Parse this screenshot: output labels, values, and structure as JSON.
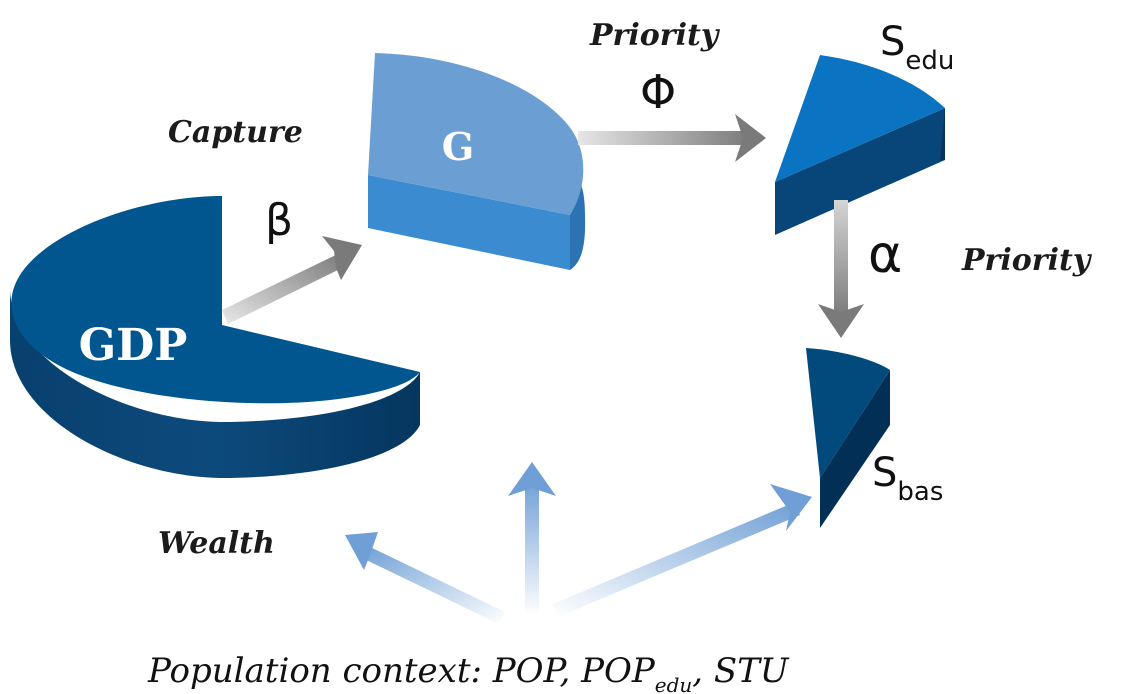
{
  "nodes": {
    "gdp": "GDP",
    "g": "G",
    "s_edu": {
      "main": "S",
      "sub": "edu"
    },
    "s_bas": {
      "main": "S",
      "sub": "bas"
    }
  },
  "flows": {
    "beta": "β",
    "phi": "Φ",
    "alpha": "α"
  },
  "annotations": {
    "capture": "Capture",
    "priority_top": "Priority",
    "priority_right": "Priority",
    "wealth": "Wealth"
  },
  "footer": {
    "part1": "Population context: POP, POP",
    "sub": "edu",
    "part2": ", STU"
  },
  "colors": {
    "gdp_top": "#01568f",
    "gdp_side": "#0a3f6c",
    "g_top": "#6b9fd4",
    "g_side": "#3a8bcf",
    "sedu_top": "#0b74c2",
    "sedu_side": "#0a4a7a",
    "sbas_top": "#024a7c",
    "sbas_side": "#012f55",
    "arrow_gray": "#7f7f7f",
    "arrow_blue": "#7ba7d9"
  }
}
